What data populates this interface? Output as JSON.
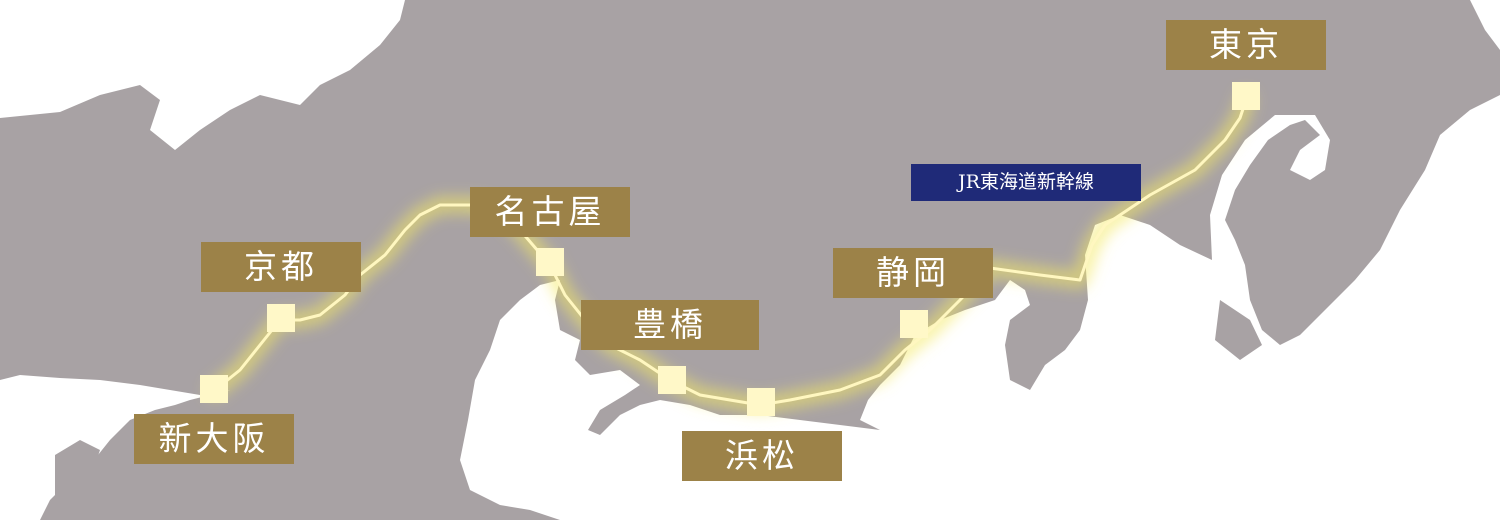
{
  "line": {
    "name": "JR東海道新幹線",
    "colors": {
      "label_bg": "#1f2a78",
      "route": "#fff7c0",
      "glow": "#f4ea60"
    }
  },
  "stations": [
    {
      "id": "tokyo",
      "name": "東京"
    },
    {
      "id": "shizuoka",
      "name": "静岡"
    },
    {
      "id": "hamamatsu",
      "name": "浜松"
    },
    {
      "id": "toyohashi",
      "name": "豊橋"
    },
    {
      "id": "nagoya",
      "name": "名古屋"
    },
    {
      "id": "kyoto",
      "name": "京都"
    },
    {
      "id": "shin-osaka",
      "name": "新大阪"
    }
  ],
  "colors": {
    "land": "#a8a2a4",
    "sea": "#ffffff",
    "station_label_bg": "#9c8248",
    "station_marker": "#fff8c8"
  }
}
